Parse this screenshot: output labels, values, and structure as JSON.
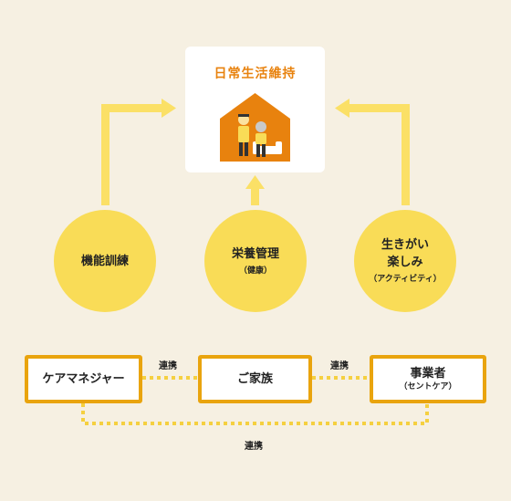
{
  "goal": {
    "title": "日常生活維持"
  },
  "pillars": [
    {
      "label": "機能訓練",
      "sub": ""
    },
    {
      "label": "栄養管理",
      "sub": "（健康）"
    },
    {
      "label_line1": "生きがい",
      "label_line2": "楽しみ",
      "sub": "（アクティビティ）"
    }
  ],
  "parties": [
    {
      "label": "ケアマネジャー",
      "sub": ""
    },
    {
      "label": "ご家族",
      "sub": ""
    },
    {
      "label": "事業者",
      "sub": "（セントケア）"
    }
  ],
  "links": {
    "left": "連携",
    "right": "連携",
    "bottom": "連携"
  },
  "colors": {
    "background": "#f6f0e2",
    "accent": "#e8820e",
    "circle": "#f9dc57",
    "arrow": "#fbe066",
    "box_border": "#e9a40e",
    "link_dots": "#f5d040"
  }
}
